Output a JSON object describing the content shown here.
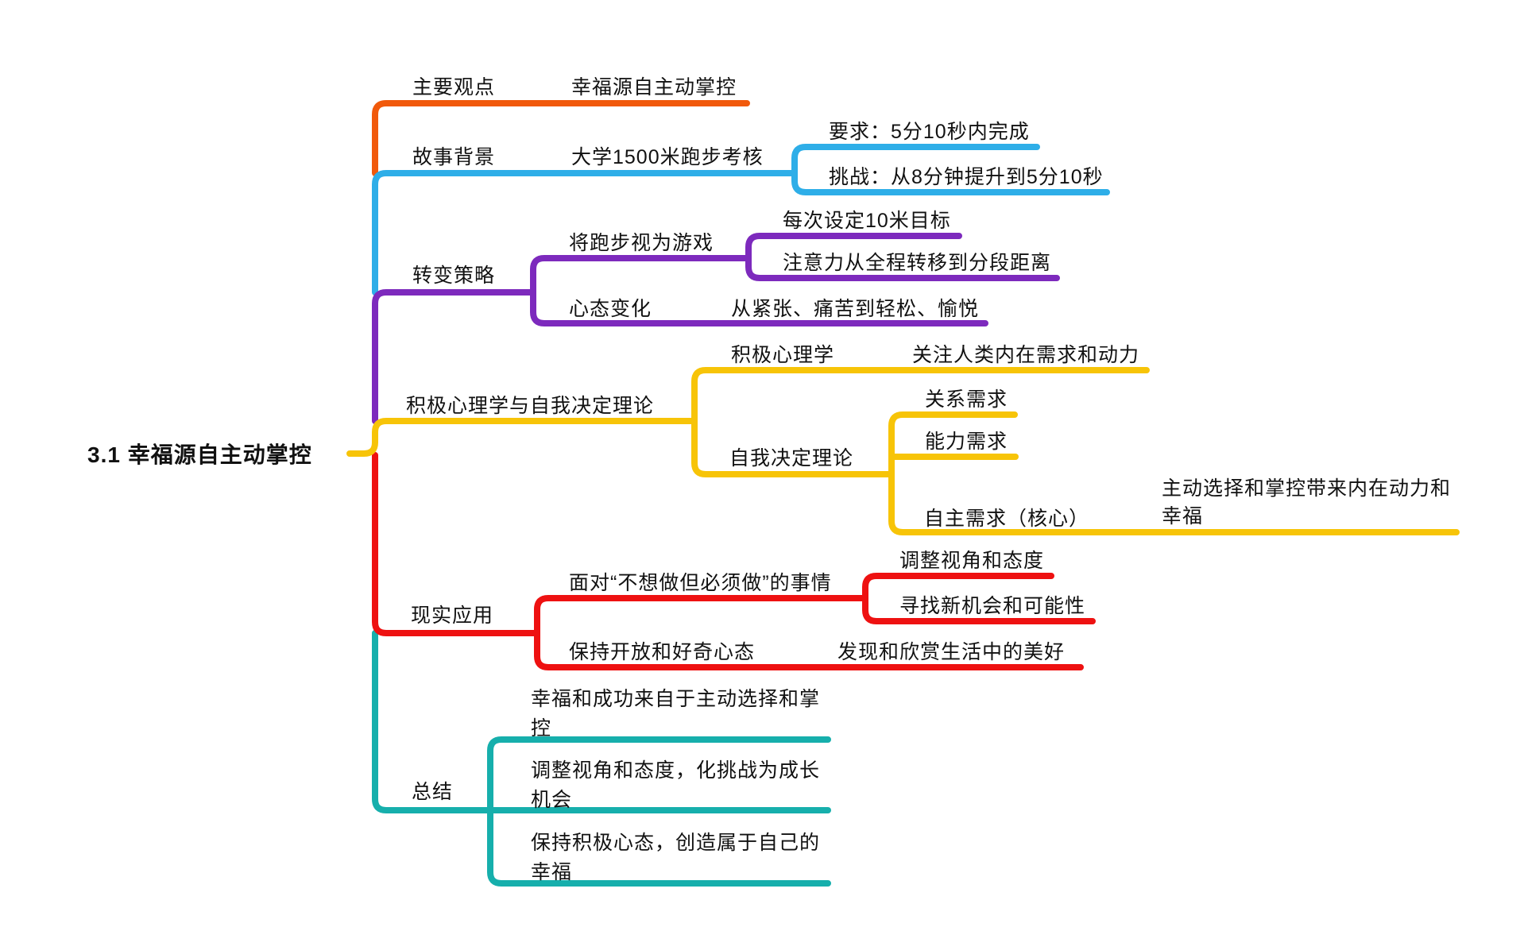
{
  "title": "3.1 幸福源自主动掌控 思维导图",
  "root": {
    "label": "3.1 幸福源自主动掌控"
  },
  "branches": {
    "main_point": {
      "label": "主要观点",
      "value": "幸福源自主动掌控"
    },
    "story_background": {
      "label": "故事背景",
      "value": "大学1500米跑步考核",
      "requirement": "要求：5分10秒内完成",
      "challenge": "挑战：从8分钟提升到5分10秒"
    },
    "strategy": {
      "label": "转变策略",
      "game": "将跑步视为游戏",
      "goal": "每次设定10米目标",
      "attention": "注意力从全程转移到分段距离",
      "mindset": "心态变化",
      "mindset_change": "从紧张、痛苦到轻松、愉悦"
    },
    "psychology": {
      "label": "积极心理学与自我决定理论",
      "positive": "积极心理学",
      "positive_desc": "关注人类内在需求和动力",
      "sdt": "自我决定理论",
      "relatedness": "关系需求",
      "competence": "能力需求",
      "autonomy": "自主需求（核心）",
      "autonomy_desc": "主动选择和掌控带来内在动力和幸福"
    },
    "application": {
      "label": "现实应用",
      "face": "面对“不想做但必须做”的事情",
      "adjust": "调整视角和态度",
      "seek": "寻找新机会和可能性",
      "open": "保持开放和好奇心态",
      "discover": "发现和欣赏生活中的美好"
    },
    "summary": {
      "label": "总结",
      "point1": "幸福和成功来自于主动选择和掌控",
      "point2": "调整视角和态度，化挑战为成长机会",
      "point3": "保持积极心态，创造属于自己的幸福"
    }
  },
  "colors": {
    "main_point": "#F1590B",
    "story_background": "#2EAEE8",
    "strategy": "#7D2ABD",
    "psychology": "#F7C408",
    "application": "#EE1111",
    "summary": "#16AFAC"
  }
}
